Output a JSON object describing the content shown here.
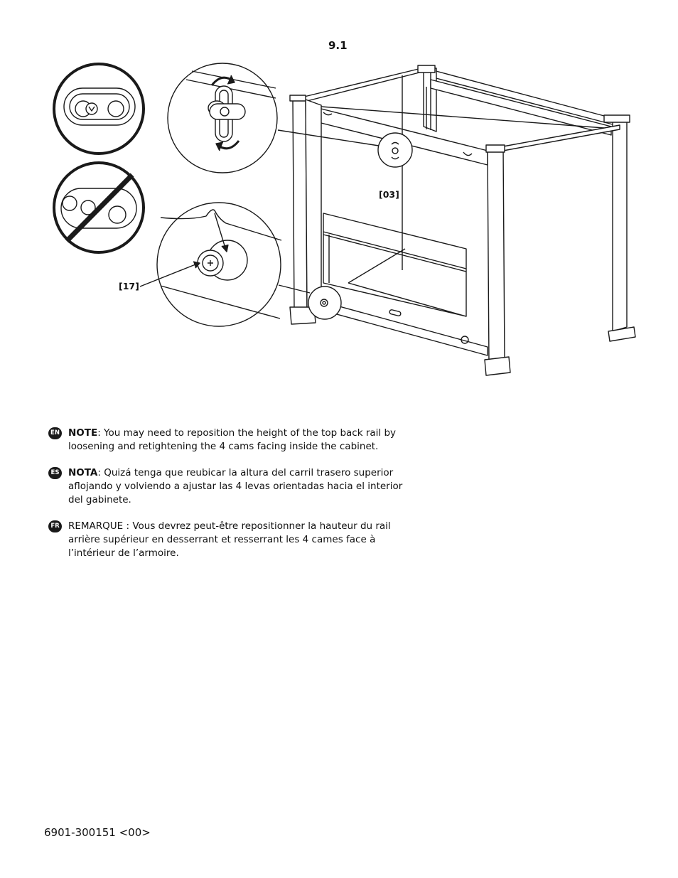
{
  "step": {
    "number": "9.1"
  },
  "callouts": {
    "top_rail": "[03]",
    "cam": "[17]"
  },
  "notes": [
    {
      "lang": "EN",
      "keyword": "NOTE",
      "text": ": You may need to reposition the height of the top back rail by loosening and retightening the 4 cams facing inside the cabinet."
    },
    {
      "lang": "ES",
      "keyword": "NOTA",
      "text": ": Quizá tenga que reubicar la altura del carril trasero superior aflojando y volviendo a ajustar las 4 levas orientadas hacia el interior del gabinete."
    },
    {
      "lang": "FR",
      "keyword": "",
      "text": "REMARQUE : Vous devrez peut-être repositionner la hauteur du rail arrière supérieur en desserrant et resserrant les 4 cames face à l’intérieur de l’armoire."
    }
  ],
  "footer": {
    "doc_code": "6901-300151 <00>"
  },
  "illustration": {
    "icons": [
      "cam-correct-orientation-icon",
      "cam-incorrect-orientation-icon",
      "rotate-arrows-icon",
      "cabinet-frame-diagram"
    ]
  }
}
